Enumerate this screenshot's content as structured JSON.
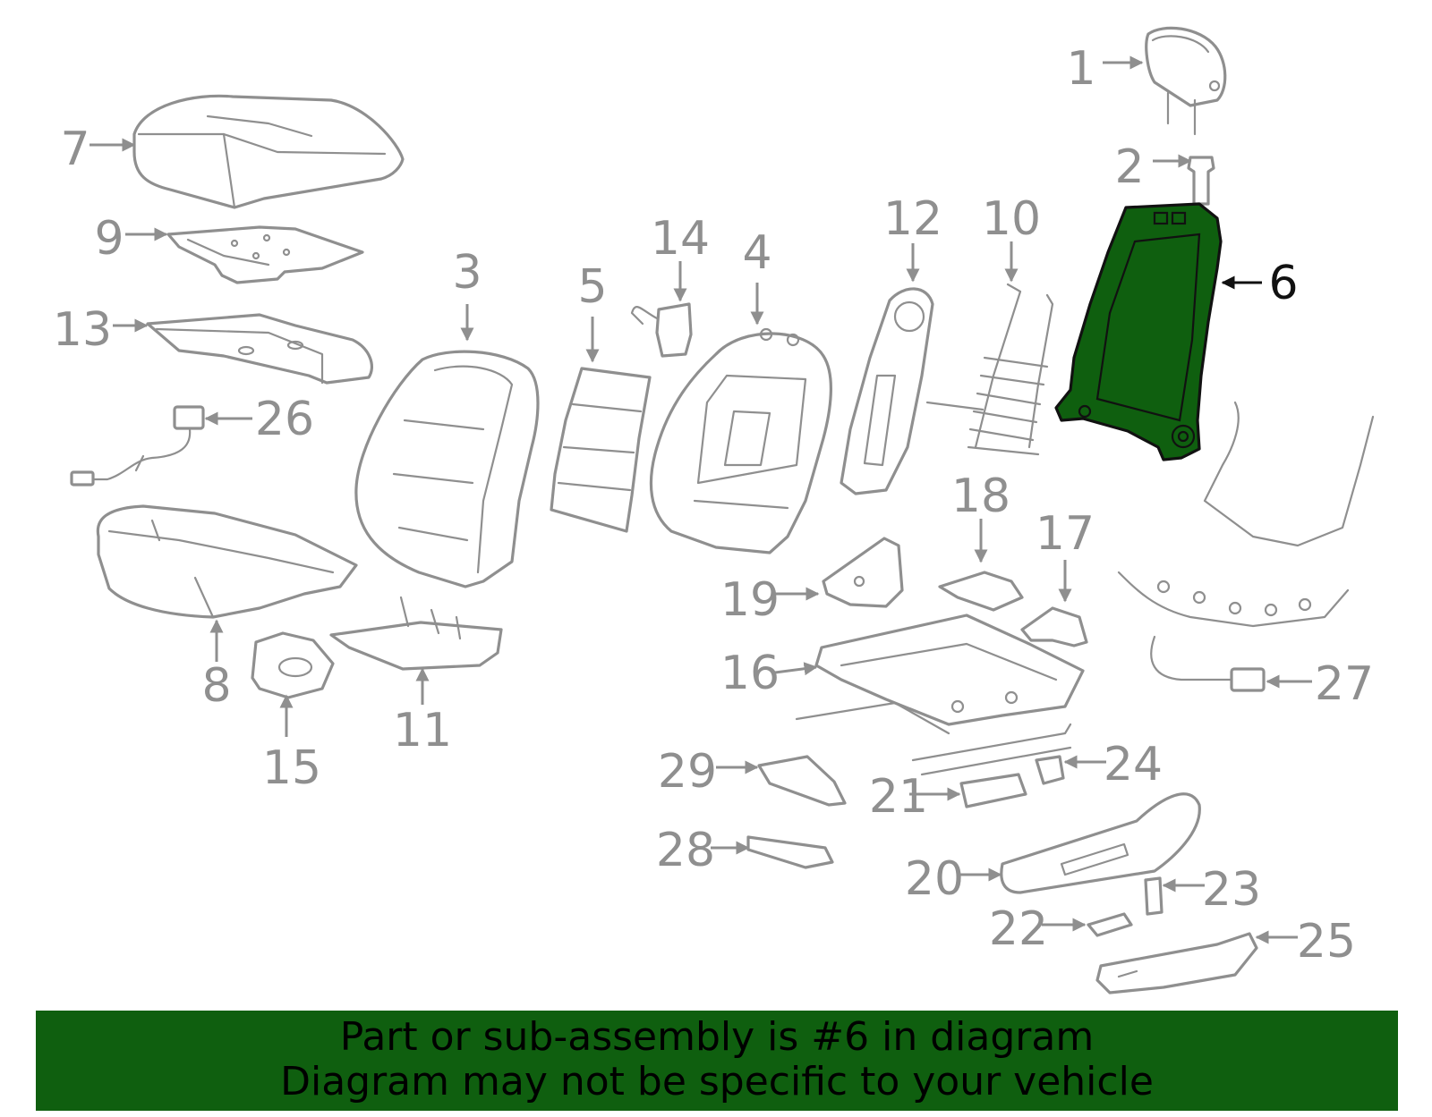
{
  "diagram": {
    "highlight_color": "#0f5f0f",
    "line_color": "#8f8f8f",
    "highlighted_part": "6",
    "callouts": [
      "1",
      "2",
      "3",
      "4",
      "5",
      "6",
      "7",
      "8",
      "9",
      "10",
      "11",
      "12",
      "13",
      "14",
      "15",
      "16",
      "17",
      "18",
      "19",
      "20",
      "21",
      "22",
      "23",
      "24",
      "25",
      "26",
      "27",
      "28",
      "29"
    ]
  },
  "banner": {
    "line1": "Part or sub-assembly is #6 in diagram",
    "line2": "Diagram may not be specific to your vehicle"
  }
}
